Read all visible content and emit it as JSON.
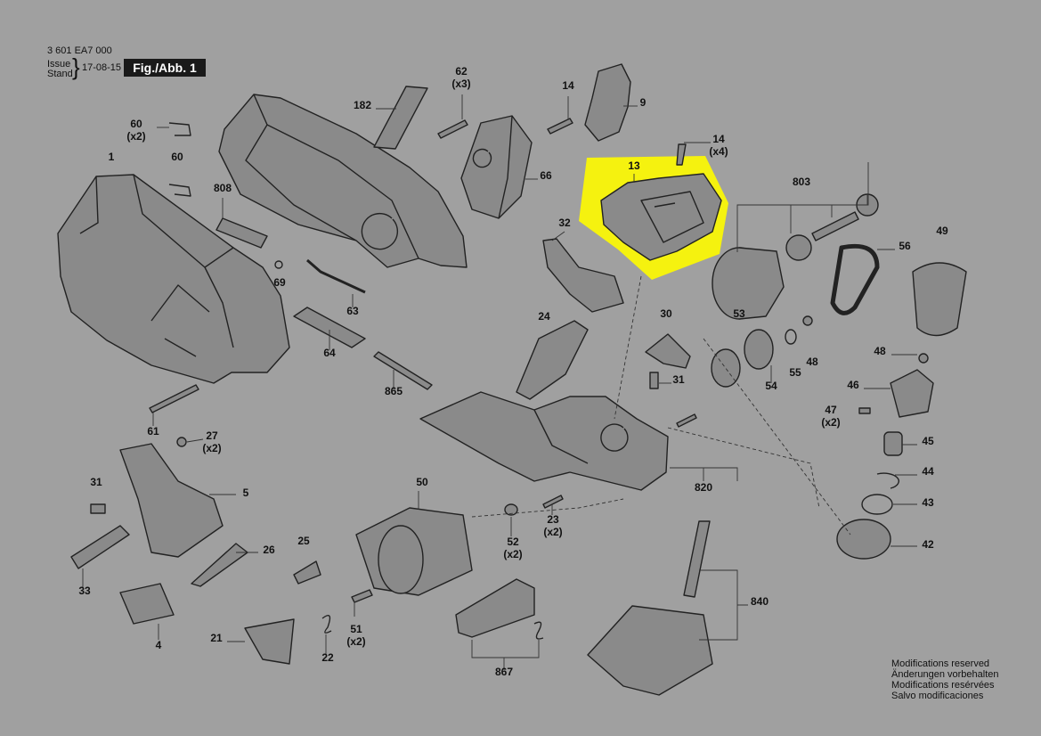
{
  "header": {
    "part_number": "3 601 EA7 000",
    "issue_label": "Issue",
    "stand_label": "Stand",
    "date": "17-08-15",
    "figure_label": "Fig./Abb. 1"
  },
  "highlight_color": "#f5f20f",
  "callouts": [
    {
      "id": "c182",
      "label": "182"
    },
    {
      "id": "c62",
      "label": "62",
      "qty": "(x3)"
    },
    {
      "id": "c14a",
      "label": "14"
    },
    {
      "id": "c9",
      "label": "9"
    },
    {
      "id": "c14b",
      "label": "14",
      "qty": "(x4)"
    },
    {
      "id": "c13",
      "label": "13"
    },
    {
      "id": "c60a",
      "label": "60",
      "qty": "(x2)"
    },
    {
      "id": "c60b",
      "label": "60"
    },
    {
      "id": "c1",
      "label": "1"
    },
    {
      "id": "c808",
      "label": "808"
    },
    {
      "id": "c66",
      "label": "66"
    },
    {
      "id": "c803",
      "label": "803"
    },
    {
      "id": "c32",
      "label": "32"
    },
    {
      "id": "c69",
      "label": "69"
    },
    {
      "id": "c63",
      "label": "63"
    },
    {
      "id": "c56",
      "label": "56"
    },
    {
      "id": "c49",
      "label": "49"
    },
    {
      "id": "c64",
      "label": "64"
    },
    {
      "id": "c24",
      "label": "24"
    },
    {
      "id": "c30",
      "label": "30"
    },
    {
      "id": "c53",
      "label": "53"
    },
    {
      "id": "c865",
      "label": "865"
    },
    {
      "id": "c31a",
      "label": "31"
    },
    {
      "id": "c54",
      "label": "54"
    },
    {
      "id": "c55",
      "label": "55"
    },
    {
      "id": "c48a",
      "label": "48"
    },
    {
      "id": "c48b",
      "label": "48"
    },
    {
      "id": "c46",
      "label": "46"
    },
    {
      "id": "c47",
      "label": "47",
      "qty": "(x2)"
    },
    {
      "id": "c61",
      "label": "61"
    },
    {
      "id": "c27",
      "label": "27",
      "qty": "(x2)"
    },
    {
      "id": "c45",
      "label": "45"
    },
    {
      "id": "c31b",
      "label": "31"
    },
    {
      "id": "c5",
      "label": "5"
    },
    {
      "id": "c50",
      "label": "50"
    },
    {
      "id": "c820",
      "label": "820"
    },
    {
      "id": "c44",
      "label": "44"
    },
    {
      "id": "c43",
      "label": "43"
    },
    {
      "id": "c23",
      "label": "23",
      "qty": "(x2)"
    },
    {
      "id": "c52",
      "label": "52",
      "qty": "(x2)"
    },
    {
      "id": "c25",
      "label": "25"
    },
    {
      "id": "c26",
      "label": "26"
    },
    {
      "id": "c33",
      "label": "33"
    },
    {
      "id": "c42",
      "label": "42"
    },
    {
      "id": "c840",
      "label": "840"
    },
    {
      "id": "c4",
      "label": "4"
    },
    {
      "id": "c51",
      "label": "51",
      "qty": "(x2)"
    },
    {
      "id": "c21",
      "label": "21"
    },
    {
      "id": "c22",
      "label": "22"
    },
    {
      "id": "c867",
      "label": "867"
    }
  ],
  "notes": [
    "Modifications reserved",
    "Änderungen vorbehalten",
    "Modifications resérvées",
    "Salvo modificaciones"
  ]
}
